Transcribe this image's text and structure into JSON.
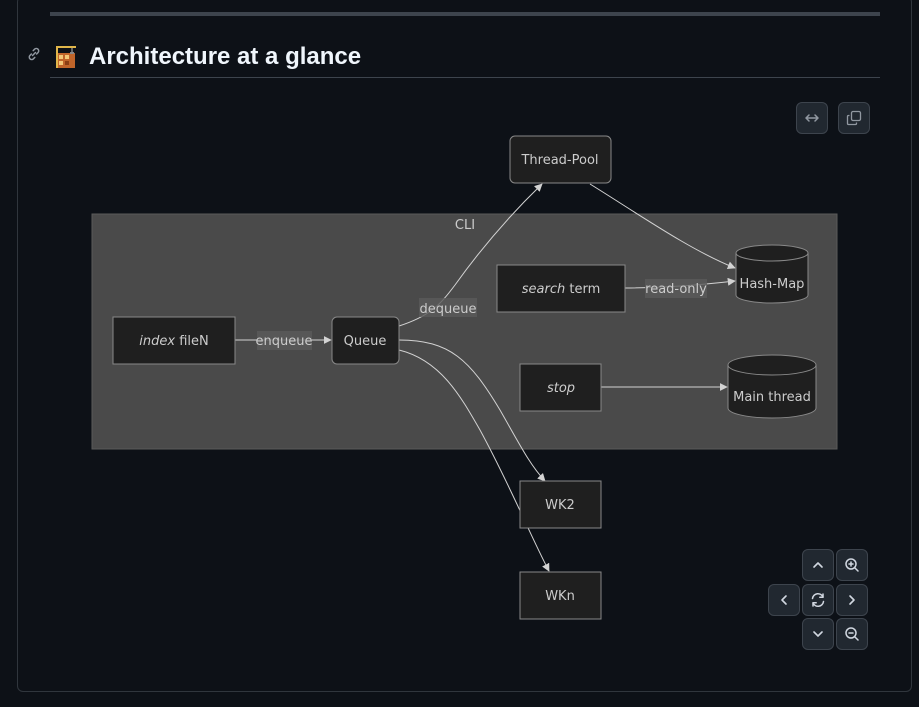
{
  "section": {
    "title": "Architecture at a glance",
    "emoji_icon": "building-construction-icon",
    "anchor_icon": "link-icon"
  },
  "toolbar": {
    "expand_icon": "expand-horizontal-icon",
    "copy_icon": "copy-icon"
  },
  "diagram": {
    "subgraph_label": "CLI",
    "nodes": {
      "index": {
        "prefix": "index",
        "suffix": " fileN"
      },
      "queue": "Queue",
      "threadpool": "Thread-Pool",
      "search": {
        "prefix": "search",
        "suffix": " term"
      },
      "hashmap": "Hash-Map",
      "stop": "stop",
      "mainthread": "Main thread",
      "wk2": "WK2",
      "wkn": "WKn"
    },
    "edge_labels": {
      "enqueue": "enqueue",
      "dequeue": "dequeue",
      "readonly": "read-only"
    }
  },
  "controls": {
    "up": "chevron-up-icon",
    "zoom_in": "zoom-in-icon",
    "left": "chevron-left-icon",
    "reset": "reset-icon",
    "right": "chevron-right-icon",
    "down": "chevron-down-icon",
    "zoom_out": "zoom-out-icon"
  },
  "colors": {
    "page_bg": "#0d1117",
    "subgraph_fill": "#4a4a4a",
    "node_fill": "#1f1f1f",
    "edge": "#d3d3d3",
    "text": "#cccccc"
  }
}
